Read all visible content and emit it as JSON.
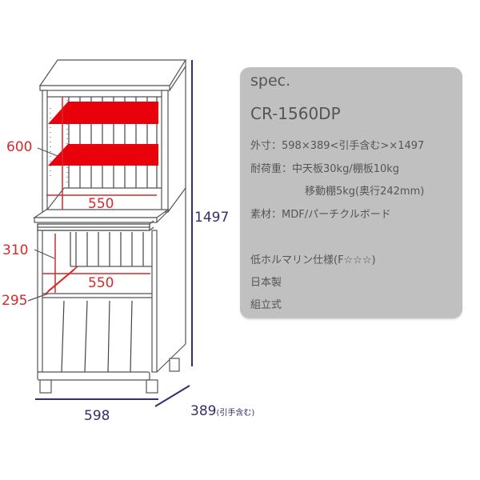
{
  "spec": {
    "heading": "spec.",
    "model": "CR-1560DP",
    "lines": [
      "外寸：598×389<引手含む>×1497",
      "耐荷重：中天板30kg/棚板10kg",
      "移動棚5kg(奥行242mm)",
      "素材：MDF/パーチクルボード",
      "低ホルマリン仕様(F☆☆☆)",
      "日本製",
      "組立式"
    ]
  },
  "dimensions": {
    "upper_shelf_height": "600",
    "upper_inner_width": "550",
    "lower_shelf_height": "310",
    "lower_inner_width": "550",
    "movable_shelf_depth": "295",
    "total_height": "1497",
    "total_width": "598",
    "total_depth": "389",
    "depth_note": "(引手含む)"
  },
  "colors": {
    "highlight_red": "#e8000b",
    "dimension_red": "#d42a2a",
    "dimension_purple": "#3a2a6e",
    "spec_card_bg": "#c0c0c0",
    "spec_text": "#555555"
  }
}
